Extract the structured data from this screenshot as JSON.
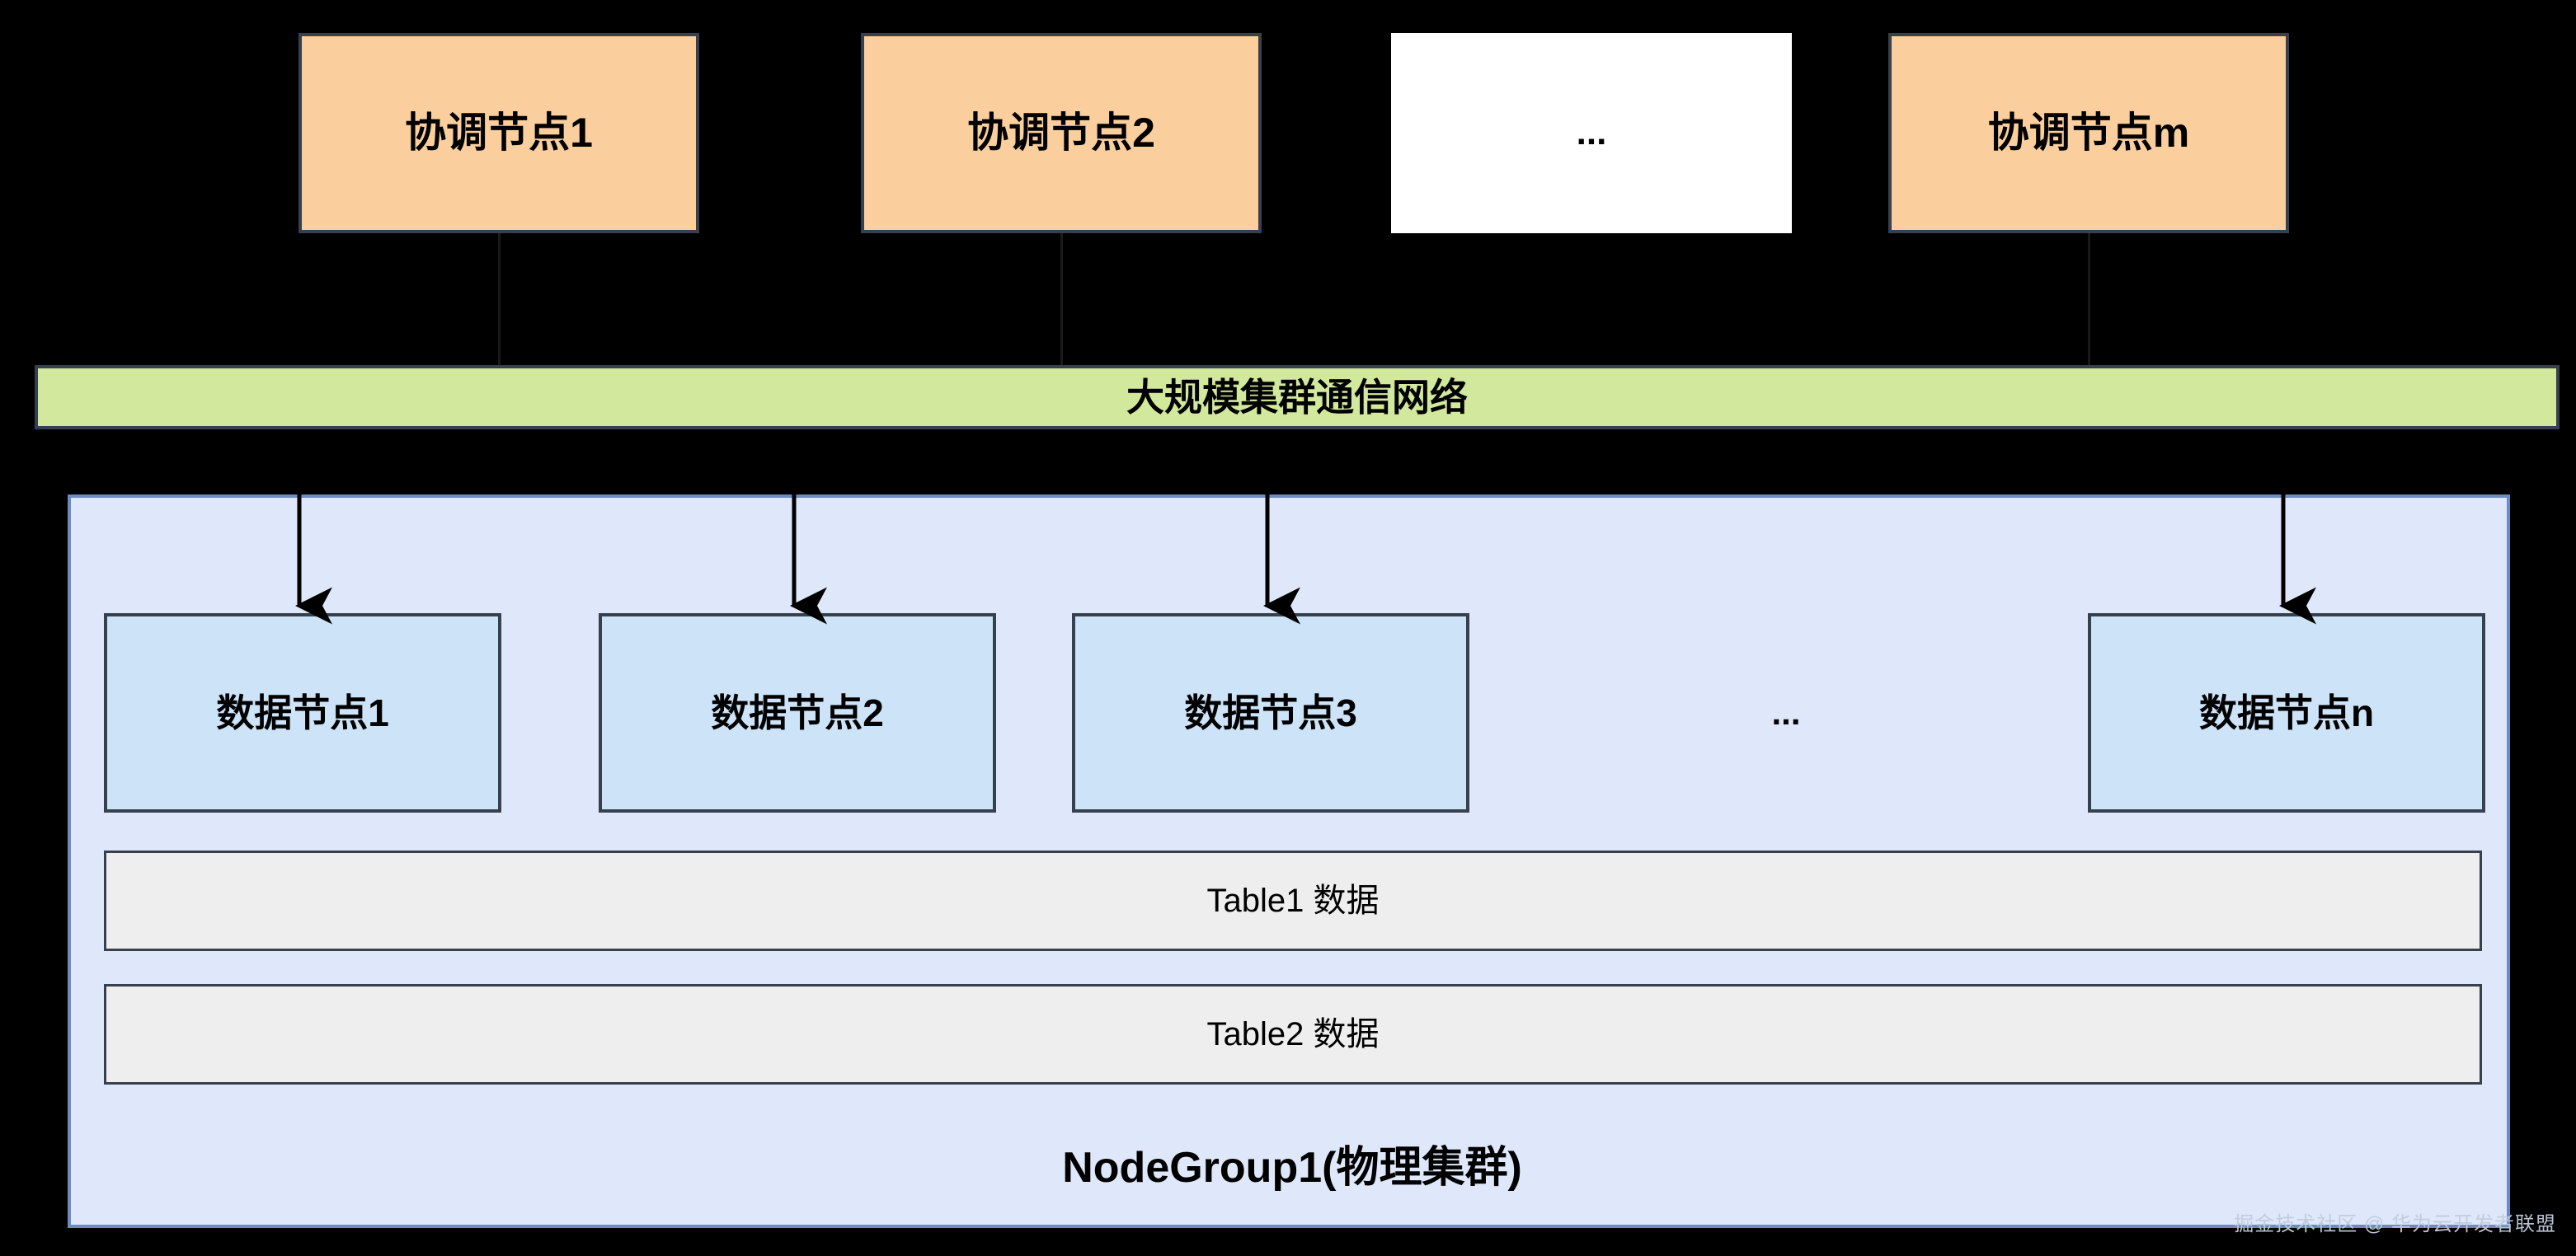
{
  "diagram": {
    "title": "NodeGroup1(物理集群)",
    "background_color": "#000000",
    "coordinator_layer": {
      "boxes": [
        {
          "label": "协调节点1",
          "fill": "#FBCE9D"
        },
        {
          "label": "协调节点2",
          "fill": "#FBCE9D"
        },
        {
          "label": "...",
          "fill": "#FFFFFF"
        },
        {
          "label": "协调节点m",
          "fill": "#FBCE9D"
        }
      ]
    },
    "network_bar": {
      "label": "大规模集群通信网络",
      "fill": "#D2E89C",
      "border": "#37414D"
    },
    "node_group": {
      "caption": "NodeGroup1(物理集群)",
      "fill": "#DEE8FA",
      "border": "#6D8CC0",
      "data_nodes": [
        {
          "label": "数据节点1",
          "fill": "#CCE3F8"
        },
        {
          "label": "数据节点2",
          "fill": "#CCE3F8"
        },
        {
          "label": "数据节点3",
          "fill": "#CCE3F8"
        },
        {
          "label": "数据节点n",
          "fill": "#CCE3F8"
        }
      ],
      "node_ellipsis": "...",
      "table_strips": [
        {
          "label": "Table1 数据",
          "fill": "#EEEEEE"
        },
        {
          "label": "Table2 数据",
          "fill": "#EEEEEE"
        }
      ]
    },
    "watermark": "掘金技术社区 @ 华为云开发者联盟"
  }
}
